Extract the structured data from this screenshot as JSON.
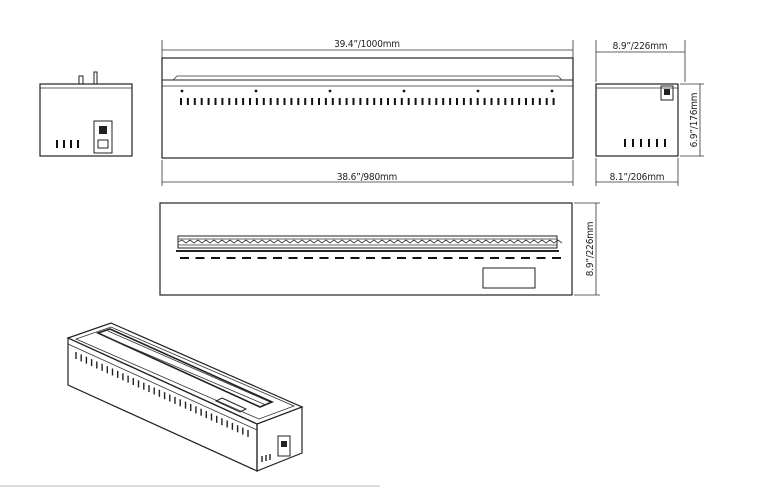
{
  "dimensions": {
    "overall_width": "39.4”/1000mm",
    "inner_width": "38.6”/980mm",
    "side_depth": "8.9”/226mm",
    "side_height": "6.9”/176mm",
    "side_inner_depth": "8.1”/206mm",
    "plan_depth": "8.9”/226mm"
  },
  "colors": {
    "line": "#222222",
    "background": "#ffffff"
  }
}
